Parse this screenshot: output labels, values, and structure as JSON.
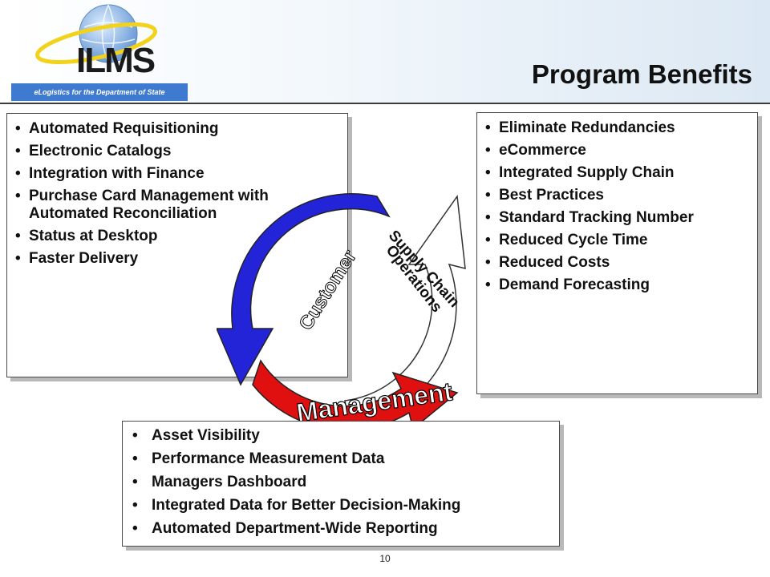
{
  "header": {
    "logo_text": "ILMS",
    "tagline": "eLogistics for the Department of State",
    "title": "Program Benefits"
  },
  "left_box": {
    "items": [
      "Automated Requisitioning",
      "Electronic Catalogs",
      "Integration with Finance",
      "Purchase Card Management with Automated Reconciliation",
      "Status at Desktop",
      "Faster Delivery"
    ]
  },
  "right_box": {
    "items": [
      "Eliminate Redundancies",
      "eCommerce",
      "Integrated Supply Chain",
      "Best Practices",
      "Standard Tracking Number",
      "Reduced Cycle Time",
      "Reduced Costs",
      "Demand Forecasting"
    ]
  },
  "bottom_box": {
    "items": [
      "Asset Visibility",
      "Performance Measurement Data",
      "Managers Dashboard",
      "Integrated Data for Better Decision-Making",
      "Automated Department-Wide Reporting"
    ]
  },
  "cycle": {
    "customer_label": "Customer",
    "supply_label_line1": "Supply Chain",
    "supply_label_line2": "Operations",
    "management_label": "Management",
    "colors": {
      "customer": "#2323d8",
      "management": "#e01010",
      "supply": "#ffffff"
    }
  },
  "footer": {
    "page_number": "10"
  }
}
